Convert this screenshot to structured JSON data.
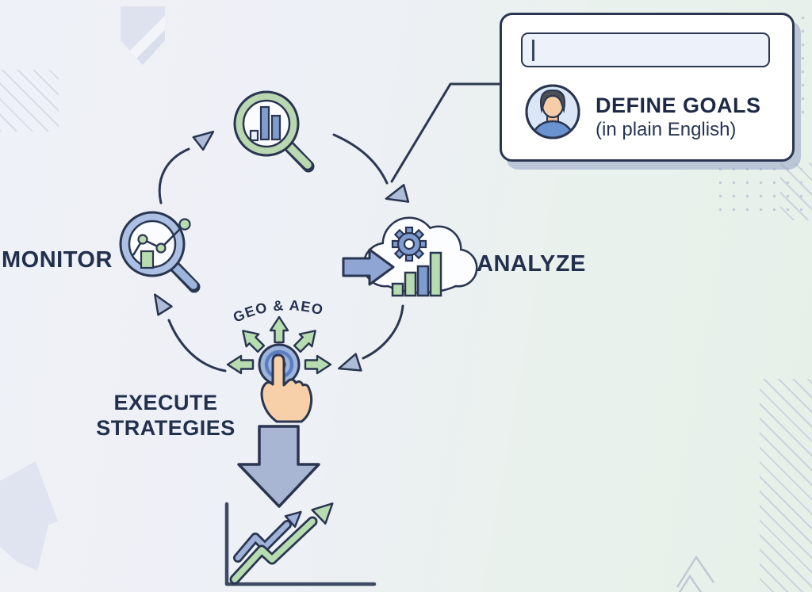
{
  "diagram": {
    "center_label": "GEO & AEO",
    "steps": [
      {
        "id": "define-goals",
        "label": "DEFINE GOALS",
        "sublabel": "(in plain English)",
        "icon": "user-avatar-icon"
      },
      {
        "id": "analyze",
        "label": "ANALYZE",
        "icon": "cloud-analytics-icon"
      },
      {
        "id": "execute-strategies",
        "label": "EXECUTE STRATEGIES",
        "icon": "click-button-hand-icon"
      },
      {
        "id": "monitor",
        "label": "MONITOR",
        "icon": "magnifier-line-chart-icon"
      }
    ],
    "top_icon": "magnifier-bar-chart-icon",
    "outcome_icon": "growth-chart-icon"
  },
  "card": {
    "input": {
      "value": ""
    }
  },
  "colors": {
    "navy_outline": "#2a3550",
    "text_navy": "#22304e",
    "blue_fill": "#8fa6d4",
    "blue_light": "#aebcd8",
    "green_fill": "#b7dcb0",
    "peach_skin": "#f6cda6",
    "card_bg": "#ffffff",
    "input_bg": "#edf1fa",
    "bg_left": "#eef1f7",
    "bg_right": "#e6f0e8"
  }
}
